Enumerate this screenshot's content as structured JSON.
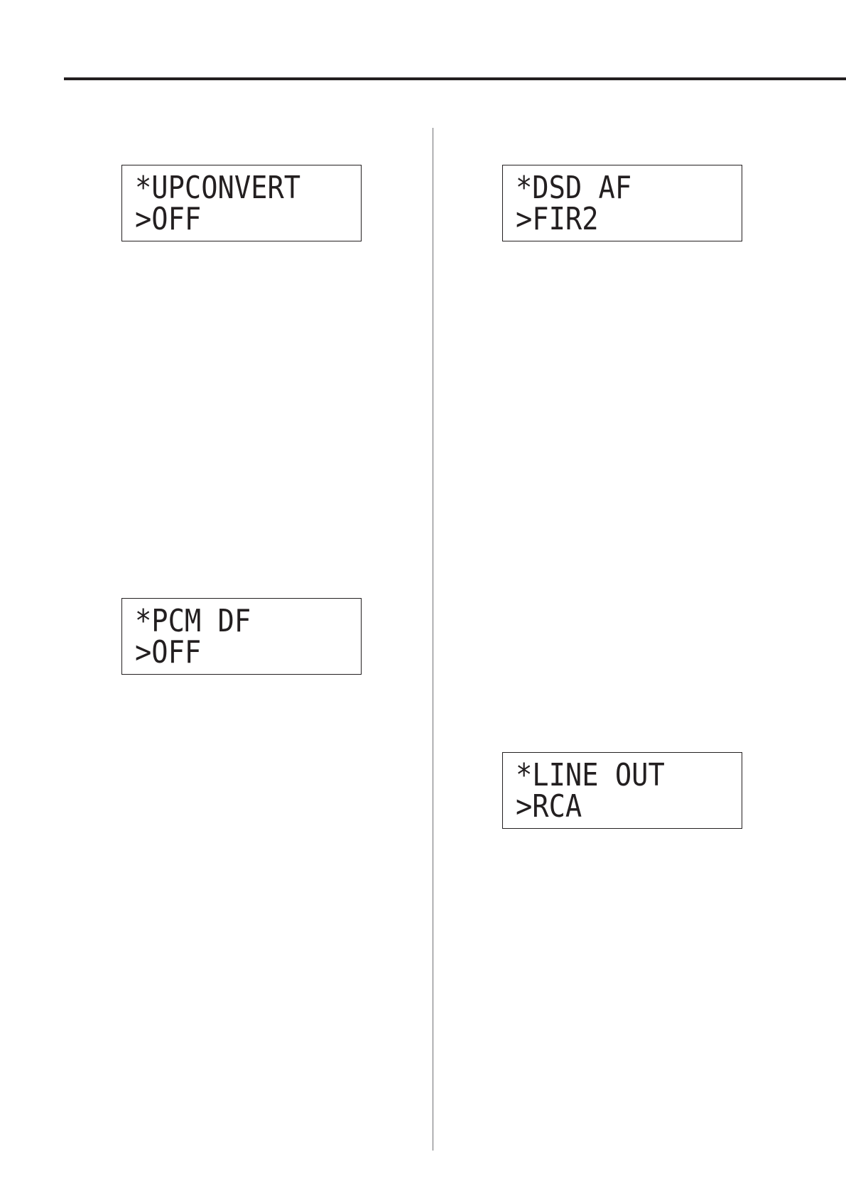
{
  "displays": [
    {
      "id": "upconvert",
      "line1": "*UPCONVERT",
      "line2": ">OFF"
    },
    {
      "id": "pcm_df",
      "line1": "*PCM DF",
      "line2": ">OFF"
    },
    {
      "id": "dsd_af",
      "line1": "*DSD AF",
      "line2": ">FIR2"
    },
    {
      "id": "line_out",
      "line1": "*LINE OUT",
      "line2": ">RCA"
    }
  ]
}
